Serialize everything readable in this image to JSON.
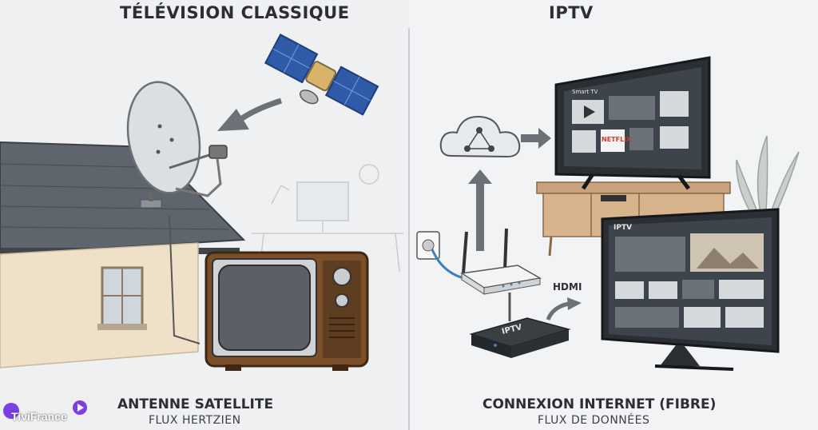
{
  "left": {
    "title": "TÉLÉVISION CLASSIQUE",
    "caption": "ANTENNE SATELLITE",
    "subcaption": "FLUX HERTZIEN"
  },
  "right": {
    "title": "IPTV",
    "caption": "CONNEXION INTERNET (FIBRE)",
    "subcaption": "FLUX DE DONNÉES",
    "hdmi_label": "HDMI",
    "box_label": "IPTV",
    "screen_label": "IPTV",
    "smart_tv_label": "Smart TV",
    "netflix_label": "NETFLIX"
  },
  "logo": {
    "text": "TiviFrance"
  },
  "colors": {
    "accent_red": "#d0392b",
    "logo_purple": "#7b3fe4",
    "cable_blue": "#3f7fbf"
  }
}
